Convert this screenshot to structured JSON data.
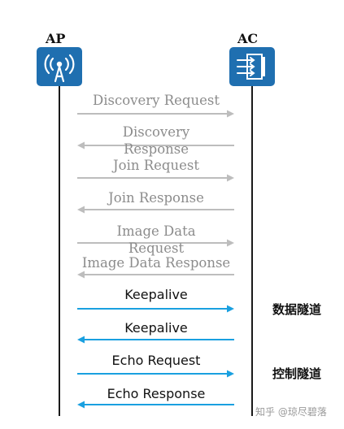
{
  "nodes": {
    "ap": {
      "label": "AP",
      "icon": "wireless-ap-icon"
    },
    "ac": {
      "label": "AC",
      "icon": "access-controller-icon"
    }
  },
  "messages": [
    {
      "label": "Discovery Request",
      "direction": "right",
      "color": "#bdbdbd",
      "style": "gray"
    },
    {
      "label": "Discovery\nResponse",
      "direction": "left",
      "color": "#bdbdbd",
      "style": "gray"
    },
    {
      "label": "Join Request",
      "direction": "right",
      "color": "#bdbdbd",
      "style": "gray"
    },
    {
      "label": "Join Response",
      "direction": "left",
      "color": "#bdbdbd",
      "style": "gray"
    },
    {
      "label": "Image Data\nRequest",
      "direction": "right",
      "color": "#bdbdbd",
      "style": "gray"
    },
    {
      "label": "Image Data Response",
      "direction": "left",
      "color": "#bdbdbd",
      "style": "gray"
    },
    {
      "label": "Keepalive",
      "direction": "right",
      "color": "#1aa0e0",
      "style": "dark"
    },
    {
      "label": "Keepalive",
      "direction": "left",
      "color": "#1aa0e0",
      "style": "dark"
    },
    {
      "label": "Echo Request",
      "direction": "right",
      "color": "#1aa0e0",
      "style": "dark"
    },
    {
      "label": "Echo Response",
      "direction": "left",
      "color": "#1aa0e0",
      "style": "dark"
    }
  ],
  "tunnels": {
    "data": "数据隧道",
    "control": "控制隧道"
  },
  "watermark": "知乎 @琼尽碧落",
  "colors": {
    "icon_bg": "#1f6fb0",
    "control_arrow": "#bdbdbd",
    "tunnel_arrow": "#1aa0e0"
  }
}
